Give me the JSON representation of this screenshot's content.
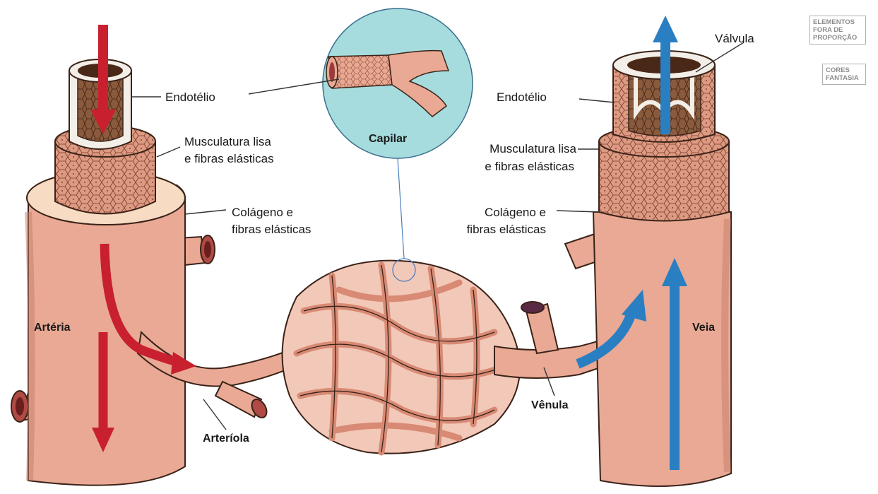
{
  "labels": {
    "endotelio_left": "Endotélio",
    "musculatura_left_1": "Musculatura lisa",
    "musculatura_left_2": "e fibras elásticas",
    "colageno_left_1": "Colágeno e",
    "colageno_left_2": "fibras elásticas",
    "arteria": "Artéria",
    "arteriola": "Arteríola",
    "capilar": "Capilar",
    "valvula": "Válvula",
    "endotelio_right": "Endotélio",
    "musculatura_right_1": "Musculatura lisa",
    "musculatura_right_2": "e fibras elásticas",
    "colageno_right_1": "Colágeno e",
    "colageno_right_2": "fibras elásticas",
    "veia": "Veia",
    "venula": "Vênula"
  },
  "badges": {
    "proportion_1": "ELEMENTOS",
    "proportion_2": "FORA DE",
    "proportion_3": "PROPORÇÃO",
    "colors_1": "CORES",
    "colors_2": "FANTASIA"
  },
  "colors": {
    "vessel": "#e9a994",
    "vessel_shadow": "#c77d68",
    "collagen": "#f7dcc3",
    "muscle": "#d98f78",
    "endothelium_inner": "#7a4b32",
    "artery_arrow": "#c8202f",
    "vein_arrow": "#2a7ec2",
    "capillary_circle": "#a6dcde"
  }
}
